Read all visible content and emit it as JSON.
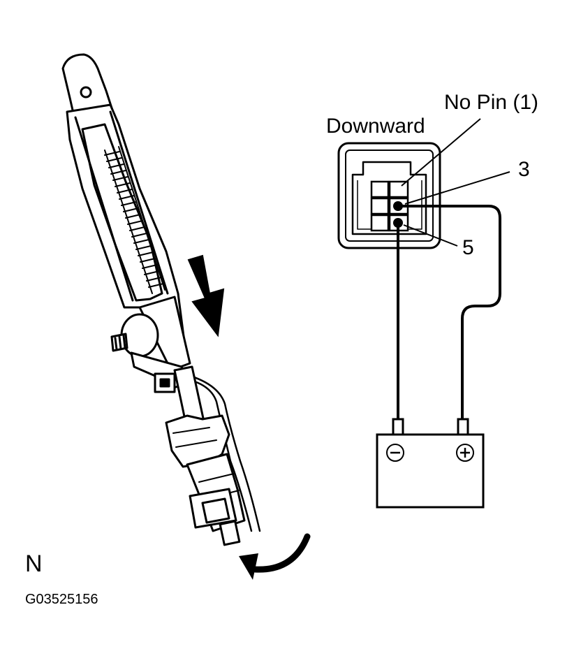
{
  "labels": {
    "no_pin": "No Pin (1)",
    "downward": "Downward",
    "terminal_3": "3",
    "terminal_5": "5",
    "corner_letter": "N",
    "figure_code": "G03525156"
  },
  "battery": {
    "negative_symbol": "⊖",
    "positive_symbol": "⊕"
  },
  "icons": [
    "down-arrow-icon",
    "rotation-arrow-icon",
    "negative-terminal-icon",
    "positive-terminal-icon"
  ],
  "colors": {
    "ink": "#000000",
    "paper": "#ffffff"
  }
}
